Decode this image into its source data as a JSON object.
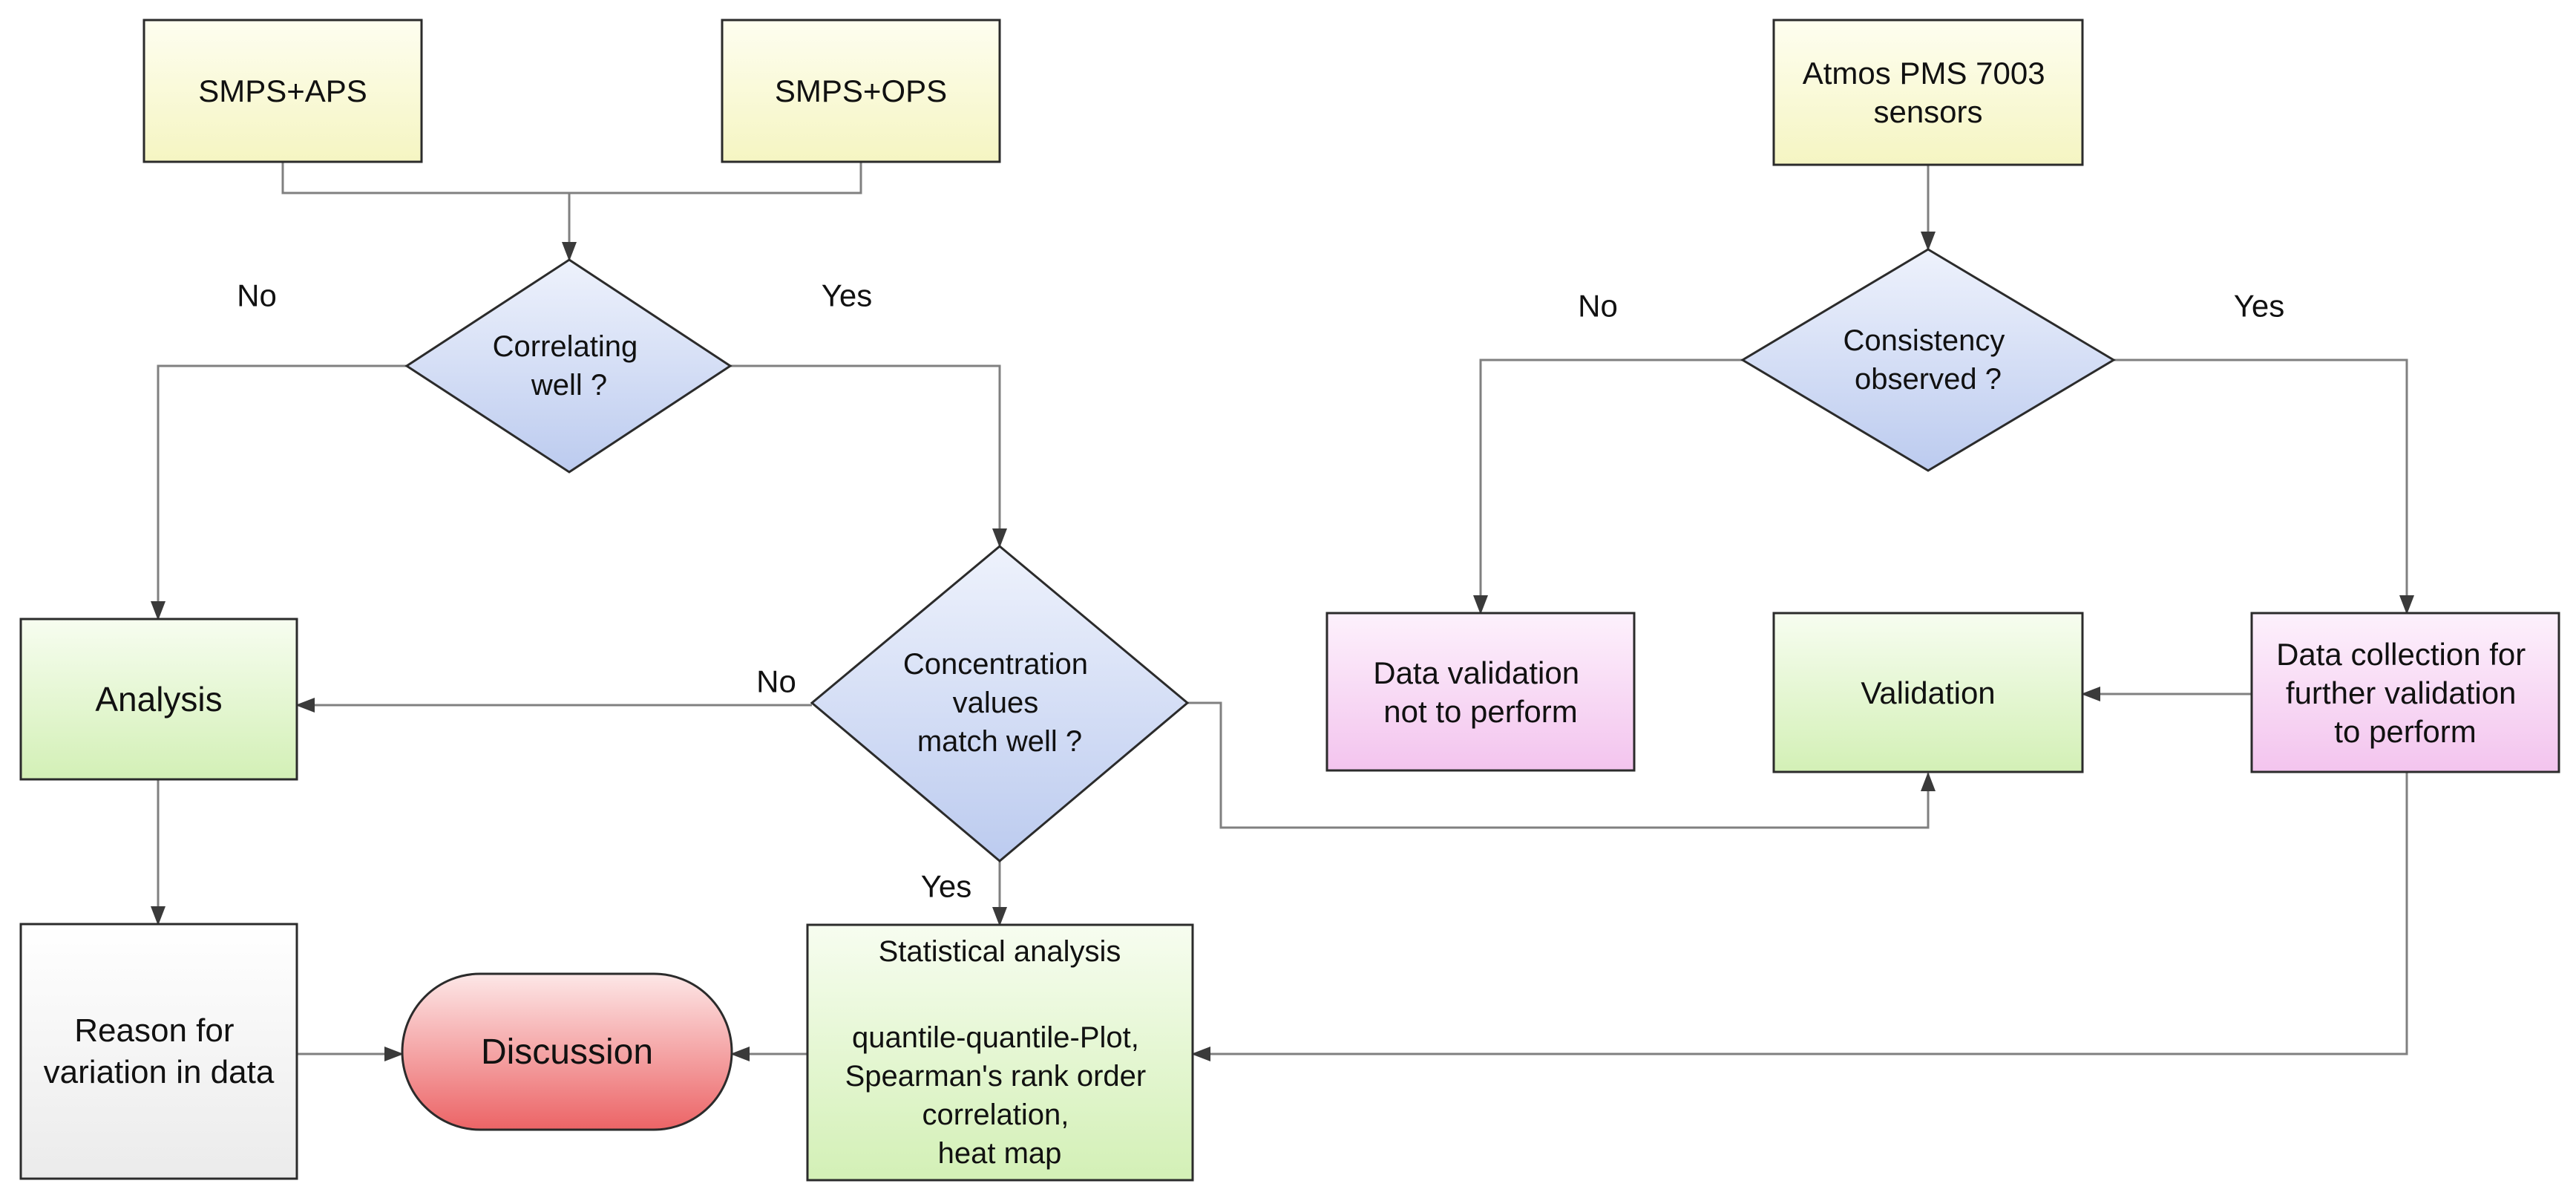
{
  "colors": {
    "input_box": "#fafacc",
    "decision": "#d3ddf4",
    "green_box": "#e6f7d4",
    "pink_box": "#f9d9f5",
    "grey_box": "#f4f4f4",
    "terminal_top": "#fad7d7",
    "terminal_bottom": "#ee6e70",
    "edge": "#808080"
  },
  "nodes": {
    "smps_aps": {
      "lines": [
        "SMPS+APS"
      ]
    },
    "smps_ops": {
      "lines": [
        "SMPS+OPS"
      ]
    },
    "atmos": {
      "lines": [
        "Atmos PMS 7003",
        "sensors"
      ]
    },
    "correlating": {
      "lines": [
        "Correlating",
        "well ?"
      ]
    },
    "consistency": {
      "lines": [
        "Consistency",
        "observed ?"
      ]
    },
    "analysis": {
      "lines": [
        "Analysis"
      ]
    },
    "concentration": {
      "lines": [
        "Concentration",
        "values",
        "match well ?"
      ]
    },
    "data_not": {
      "lines": [
        "Data validation",
        "not to perform"
      ]
    },
    "validation": {
      "lines": [
        "Validation"
      ]
    },
    "data_collection": {
      "lines": [
        "Data collection for",
        "further validation",
        "to perform"
      ]
    },
    "reason": {
      "lines": [
        "Reason for",
        "variation in data"
      ]
    },
    "discussion": {
      "lines": [
        "Discussion"
      ]
    },
    "stat_title": {
      "lines": [
        "Statistical analysis"
      ]
    },
    "stat_body": {
      "lines": [
        "quantile-quantile-Plot,",
        "Spearman's rank order",
        "correlation,",
        "heat map"
      ]
    }
  },
  "edge_labels": {
    "corr_no": "No",
    "corr_yes": "Yes",
    "cons_no": "No",
    "cons_yes": "Yes",
    "conc_no": "No",
    "conc_yes": "Yes"
  }
}
